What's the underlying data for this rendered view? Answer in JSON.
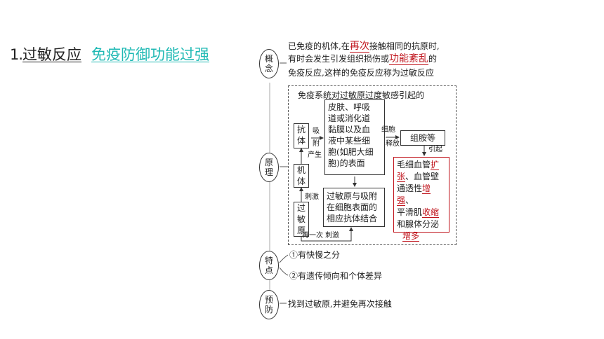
{
  "heading": {
    "number": "1.",
    "title": "过敏反应",
    "highlight": "免疫防御功能过强"
  },
  "concept": {
    "label_top": "概",
    "label_bottom": "念",
    "line1_a": "已免疫的机体,在",
    "line1_fill": "再次",
    "line1_b": "接触相同的抗原时,",
    "line2_a": "有时会发生引发组织损伤或",
    "line2_fill": "功能紊乱",
    "line2_b": "的",
    "line3": "免疫反应,这样的免疫反应称为过敏反应"
  },
  "principle": {
    "label_top": "原",
    "label_bottom": "理",
    "caption": "免疫系统对过敏原过度敏感引起的",
    "antibody_top": "抗",
    "antibody_bottom": "体",
    "adsorb_top": "吸",
    "adsorb_bottom": "附",
    "cell_surface": [
      "皮肤、呼吸",
      "道或消化道",
      "黏膜以及血",
      "液中某些细",
      "胞(如肥大细",
      "胞)的表面"
    ],
    "release_top": "细胞",
    "release_bottom": "释放",
    "histamine": "组胺等",
    "cause": "引起",
    "produce": "产生",
    "body_top": "机",
    "body_bottom": "体",
    "stimulate": "刺激",
    "allergen": [
      "过",
      "敏",
      "原"
    ],
    "binding": [
      "过敏原与吸附",
      "在细胞表面的",
      "相应抗体结合"
    ],
    "again": "再一次 刺激",
    "effects": {
      "l1_a": "毛细血管",
      "l1_fill": "扩",
      "l2_fill": "张",
      "l2_b": "、血管壁",
      "l3_a": "通透性",
      "l3_fill": "增强",
      "l3_b": "、",
      "l4_a": "平滑肌",
      "l4_fill": "收缩",
      "l5": "和腺体分泌",
      "l6_fill": "增多"
    }
  },
  "features": {
    "label_top": "特",
    "label_bottom": "点",
    "item1": "①有快慢之分",
    "item2": "②有遗传倾向和个体差异"
  },
  "prevention": {
    "label_top": "预",
    "label_bottom": "防",
    "text": "找到过敏原,并避免再次接触"
  }
}
